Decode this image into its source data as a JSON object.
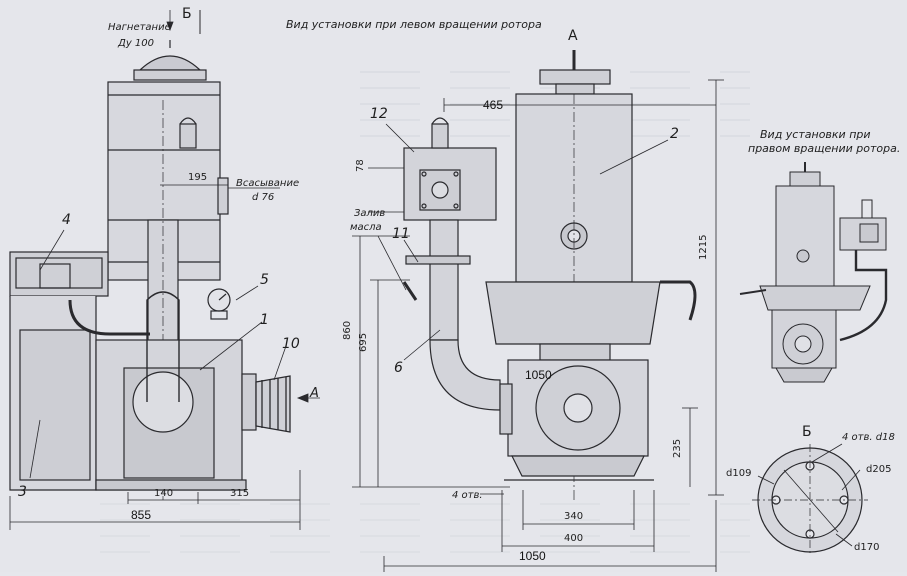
{
  "headings": {
    "left_view": "Вид установки при левом вращении ротора",
    "right_view_line1": "Вид установки при",
    "right_view_line2": "правом вращении ротора."
  },
  "labels": {
    "discharge": "Нагнетание",
    "discharge_size": "Ду 100",
    "suction": "Всасывание",
    "suction_size": "d 76",
    "oil_fill_line1": "Залив",
    "oil_fill_line2": "масла",
    "holes_bottom": "4 отв.",
    "holes_flange": "4 отв. d18"
  },
  "view_markers": {
    "b_top": "Б",
    "a_top": "А",
    "a_left": "А",
    "b_flange": "Б"
  },
  "callouts": [
    "1",
    "2",
    "3",
    "4",
    "5",
    "6",
    "10",
    "11",
    "12"
  ],
  "dimensions": {
    "d195": "195",
    "d140": "140",
    "d315": "315",
    "d855": "855",
    "d465": "465",
    "d78": "78",
    "d860": "860",
    "d695": "695",
    "d1215": "1215",
    "d1050_mid": "1050",
    "d235": "235",
    "d340": "340",
    "d400": "400",
    "d1050_bottom": "1050",
    "d109": "d109",
    "d205": "d205",
    "d170": "d170"
  }
}
